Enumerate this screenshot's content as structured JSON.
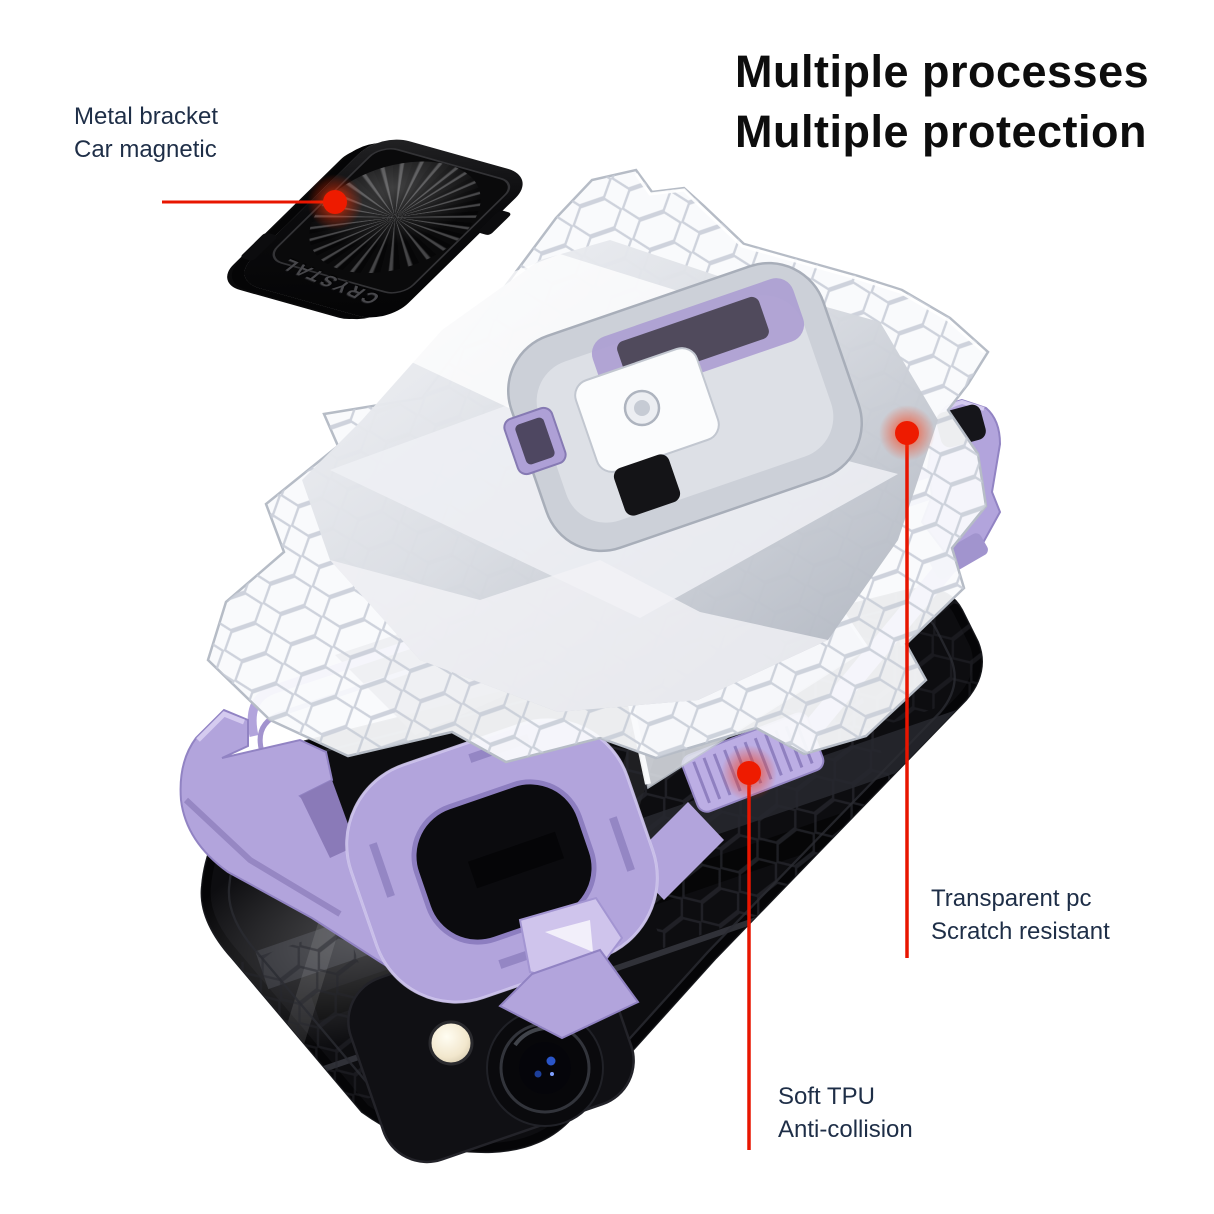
{
  "title": {
    "line1": "Multiple processes",
    "line2": "Multiple protection"
  },
  "callouts": {
    "metal_bracket": {
      "line1": "Metal bracket",
      "line2": "Car magnetic"
    },
    "transparent_pc": {
      "line1": "Transparent pc",
      "line2": "Scratch resistant"
    },
    "soft_tpu": {
      "line1": "Soft TPU",
      "line2": "Anti-collision"
    }
  },
  "bracket": {
    "embossed_text": "CRYSTAL"
  },
  "colors": {
    "accent_red": "#e81500",
    "tpu_purple": "#b2a4dc",
    "label_navy": "#1e2e47",
    "title_black": "#0d0d0d",
    "phone_black": "#0d0d10"
  }
}
